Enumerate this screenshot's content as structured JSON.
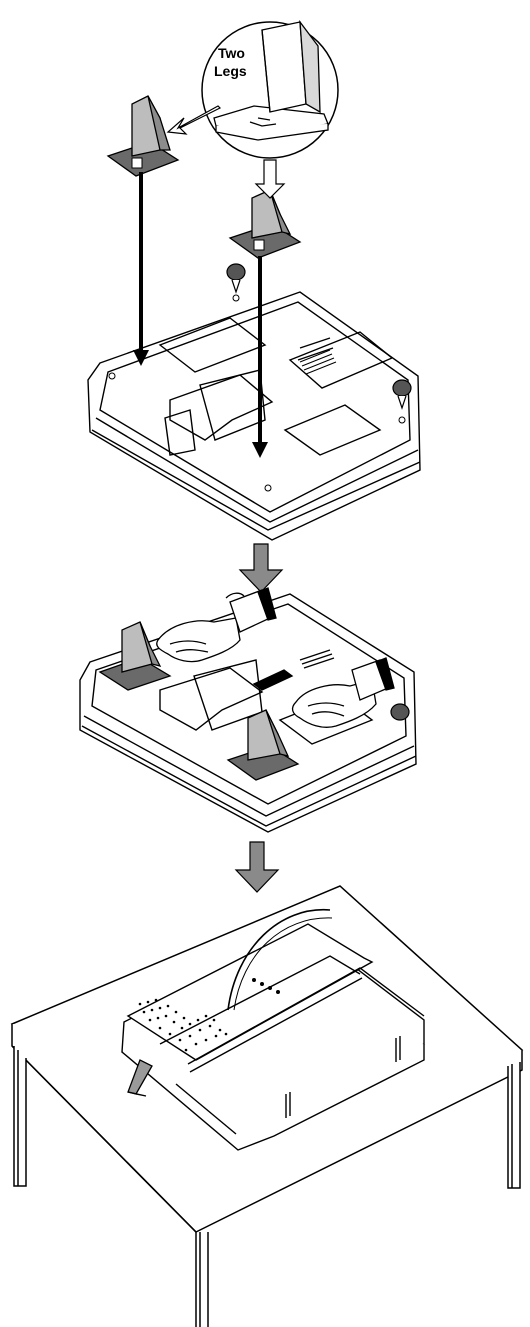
{
  "callout": {
    "label_line1": "Two",
    "label_line2": "Legs"
  },
  "colors": {
    "ink": "#000000",
    "paper": "#ffffff",
    "shade_dark": "#5a5a5a",
    "shade_mid": "#8c8c8c",
    "shade_light": "#d9d9d9",
    "arrow_fill": "#8a8a8a"
  },
  "steps": [
    {
      "name": "attach-legs"
    },
    {
      "name": "press-legs-in"
    },
    {
      "name": "place-on-table"
    }
  ]
}
